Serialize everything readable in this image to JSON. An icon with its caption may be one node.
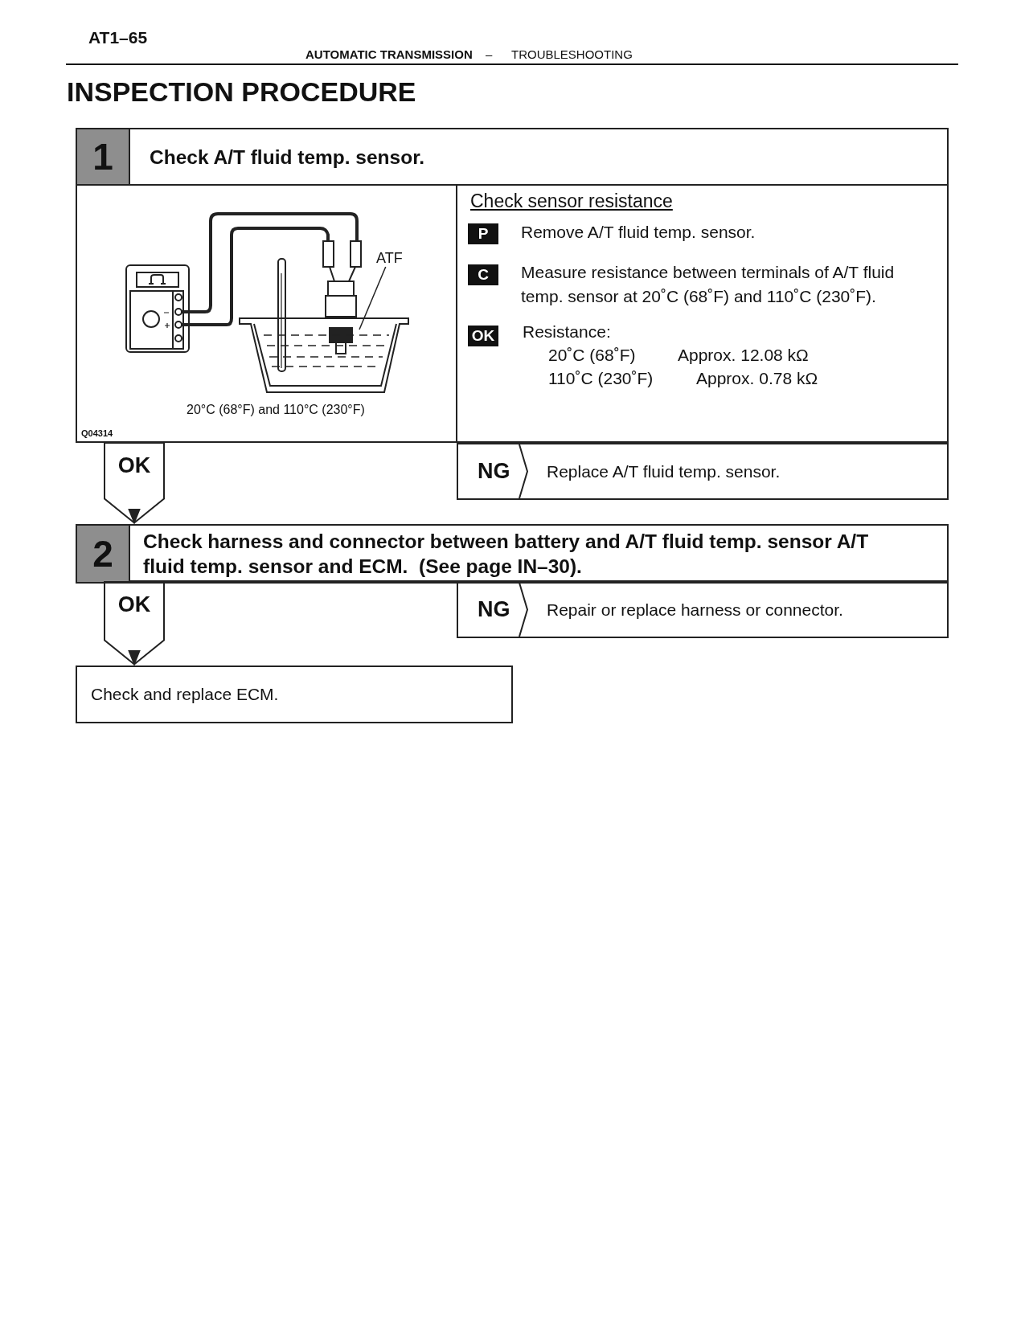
{
  "diagram": {
    "title": "INSPECTION PROCEDURE",
    "nodes": [
      {
        "text": [
          "1",
          "Check A/T fluid temp. sensor."
        ]
      },
      {
        "text": [
          "ATF"
        ],
        "in": 0
      },
      {
        "text": [
          "NG",
          "Replace A/T fluid temp. sensor."
        ]
      },
      {
        "text": [
          "2",
          "Check harness and connector between battery and A/T fluid temp. sensor A/T fluid temp. sensor and ECM.  (See page IN–30)."
        ]
      },
      {
        "text": [
          "NG",
          "Repair or replace harness or connector."
        ]
      },
      {
        "text": [
          "Check and replace ECM."
        ]
      }
    ],
    "edges": [
      {
        "from": 1,
        "to": null,
        "arrow": "none"
      },
      {
        "from": 0,
        "to": 3,
        "arrow": "to",
        "label": "OK"
      },
      {
        "from": 3,
        "to": 5,
        "arrow": "to",
        "label": "OK"
      }
    ],
    "labels": [
      "AT1–65",
      "AUTOMATIC TRANSMISSION",
      "–",
      "TROUBLESHOOTING",
      "20°C (68°F) and 110°C (230°F)",
      "Q04314",
      "Check sensor resistance",
      "P",
      "Remove A/T fluid temp. sensor.",
      "C",
      "Measure resistance between terminals of A/T fluid temp. sensor at 20˚C (68˚F) and 110˚C (230˚F).",
      "OK",
      "Resistance:",
      "20˚C (68˚F)",
      "Approx. 12.08 kΩ",
      "110˚C (230˚F)",
      "Approx. 0.78 kΩ"
    ]
  }
}
